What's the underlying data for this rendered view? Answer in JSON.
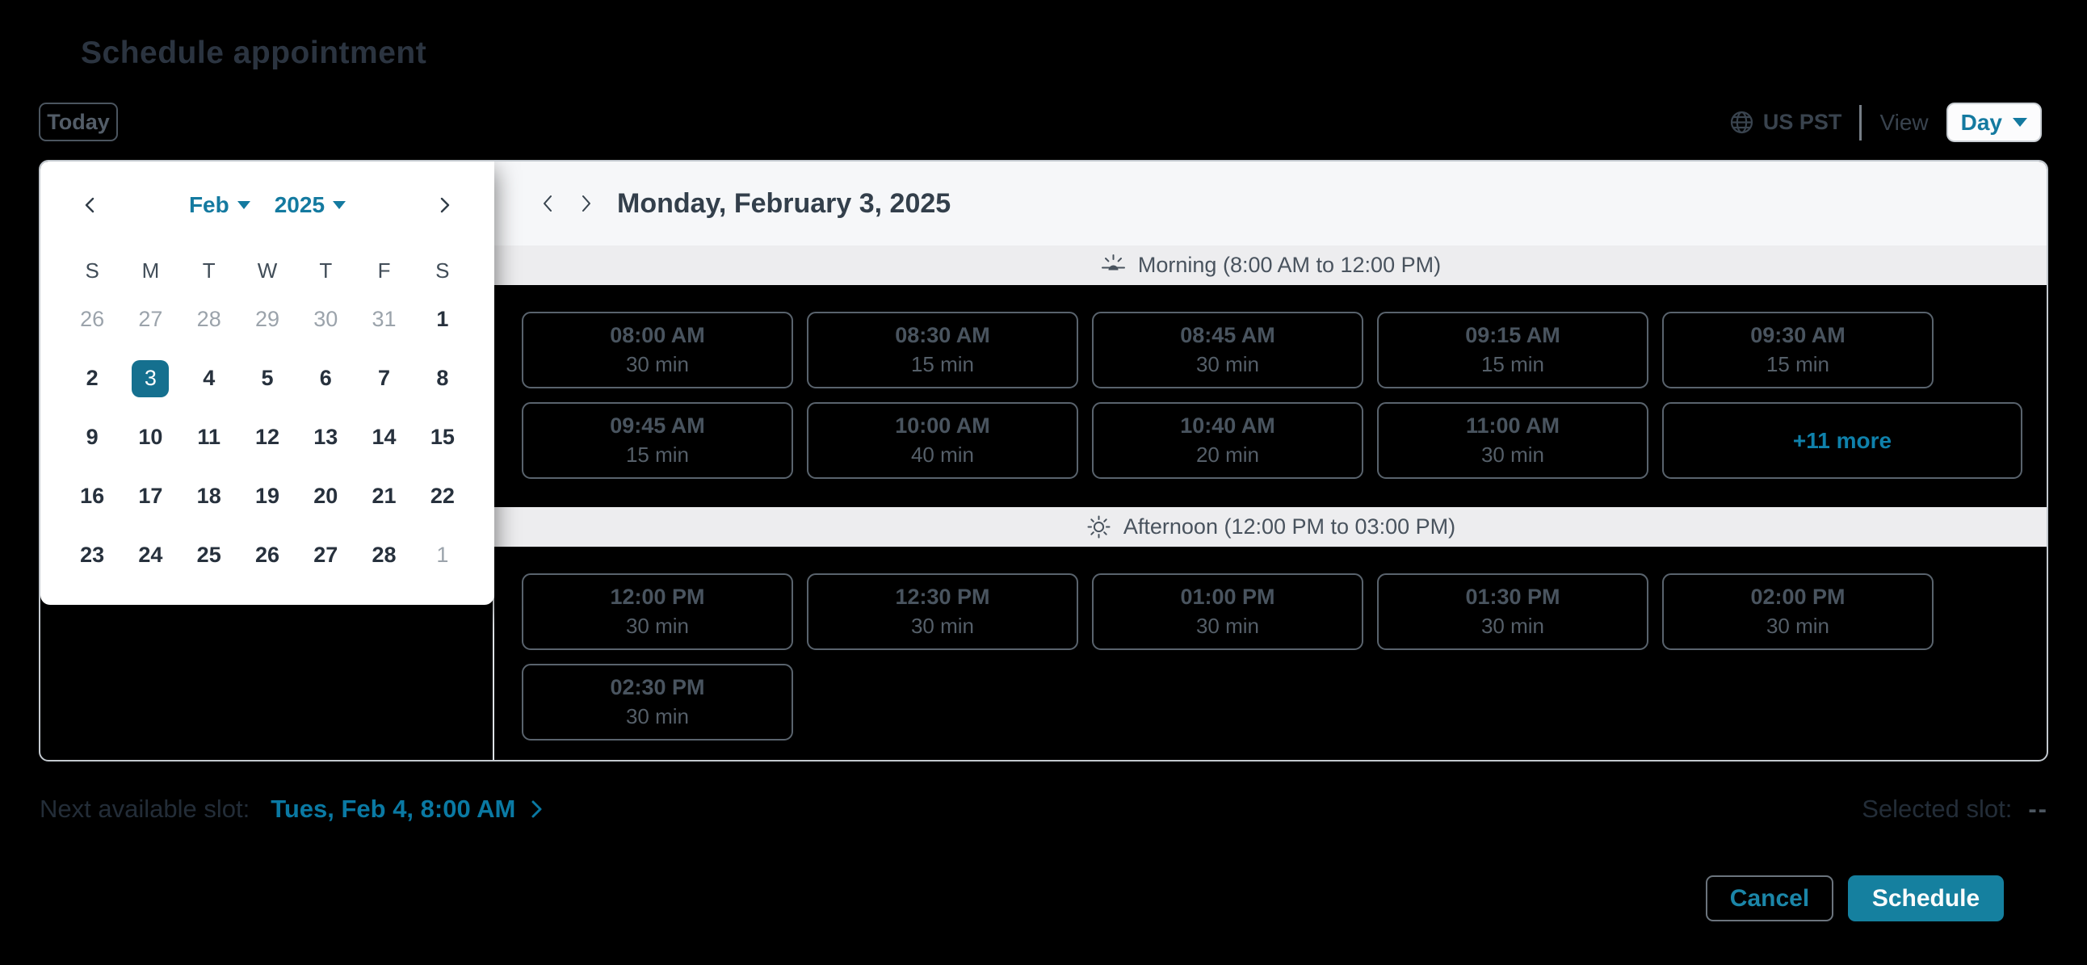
{
  "title": "Schedule appointment",
  "toolbar": {
    "today_label": "Today",
    "timezone": "US PST",
    "view_label": "View",
    "view_value": "Day"
  },
  "calendar": {
    "month": "Feb",
    "year": "2025",
    "weekdays": [
      "S",
      "M",
      "T",
      "W",
      "T",
      "F",
      "S"
    ],
    "days": [
      {
        "label": "26",
        "muted": true
      },
      {
        "label": "27",
        "muted": true
      },
      {
        "label": "28",
        "muted": true
      },
      {
        "label": "29",
        "muted": true
      },
      {
        "label": "30",
        "muted": true
      },
      {
        "label": "31",
        "muted": true
      },
      {
        "label": "1"
      },
      {
        "label": "2"
      },
      {
        "label": "3",
        "selected": true
      },
      {
        "label": "4"
      },
      {
        "label": "5"
      },
      {
        "label": "6"
      },
      {
        "label": "7"
      },
      {
        "label": "8"
      },
      {
        "label": "9"
      },
      {
        "label": "10"
      },
      {
        "label": "11"
      },
      {
        "label": "12"
      },
      {
        "label": "13"
      },
      {
        "label": "14"
      },
      {
        "label": "15"
      },
      {
        "label": "16"
      },
      {
        "label": "17"
      },
      {
        "label": "18"
      },
      {
        "label": "19"
      },
      {
        "label": "20"
      },
      {
        "label": "21"
      },
      {
        "label": "22"
      },
      {
        "label": "23"
      },
      {
        "label": "24"
      },
      {
        "label": "25"
      },
      {
        "label": "26"
      },
      {
        "label": "27"
      },
      {
        "label": "28"
      },
      {
        "label": "1",
        "muted": true
      }
    ]
  },
  "day_view": {
    "date_title": "Monday, February 3, 2025",
    "sections": [
      {
        "icon": "sunrise-icon",
        "label": "Morning (8:00 AM to 12:00 PM)",
        "rows": [
          [
            {
              "time": "08:00 AM",
              "duration": "30 min"
            },
            {
              "time": "08:30 AM",
              "duration": "15 min"
            },
            {
              "time": "08:45 AM",
              "duration": "30 min"
            },
            {
              "time": "09:15 AM",
              "duration": "15 min"
            },
            {
              "time": "09:30 AM",
              "duration": "15 min"
            }
          ],
          [
            {
              "time": "09:45 AM",
              "duration": "15 min"
            },
            {
              "time": "10:00 AM",
              "duration": "40 min"
            },
            {
              "time": "10:40 AM",
              "duration": "20 min"
            },
            {
              "time": "11:00 AM",
              "duration": "30 min"
            },
            {
              "more": "+11 more"
            }
          ]
        ]
      },
      {
        "icon": "sun-icon",
        "label": "Afternoon (12:00 PM to 03:00 PM)",
        "rows": [
          [
            {
              "time": "12:00 PM",
              "duration": "30 min"
            },
            {
              "time": "12:30 PM",
              "duration": "30 min"
            },
            {
              "time": "01:00 PM",
              "duration": "30 min"
            },
            {
              "time": "01:30 PM",
              "duration": "30 min"
            },
            {
              "time": "02:00 PM",
              "duration": "30 min"
            }
          ],
          [
            {
              "time": "02:30 PM",
              "duration": "30 min"
            }
          ]
        ]
      }
    ]
  },
  "footer": {
    "next_label": "Next available slot:",
    "next_value": "Tues, Feb 4, 8:00 AM",
    "selected_label": "Selected slot:",
    "selected_value": "--",
    "cancel_label": "Cancel",
    "schedule_label": "Schedule"
  },
  "colors": {
    "accent": "#147aa0",
    "selected_day": "#15708f",
    "schedule_button": "#15809f",
    "cancel_text": "#1b86a8",
    "link": "#0a79a3",
    "more_link": "#0f81ab"
  }
}
